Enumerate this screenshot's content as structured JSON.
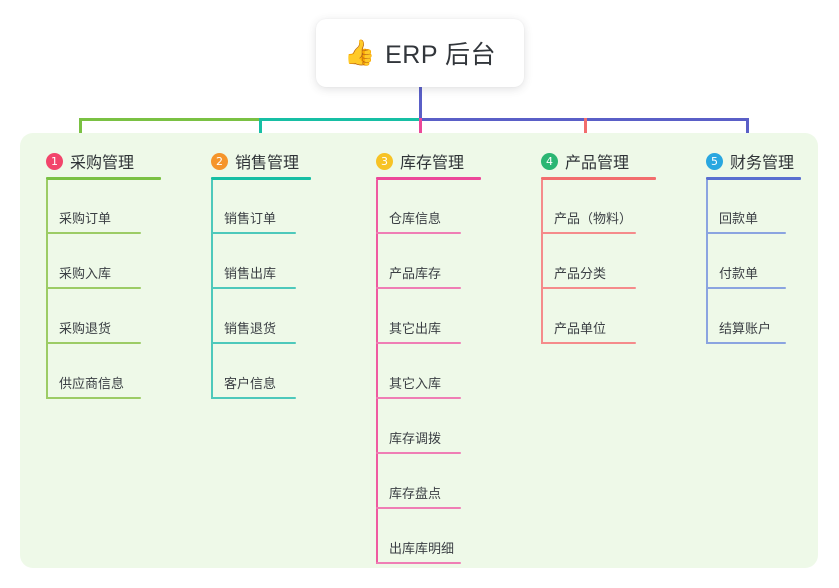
{
  "root": {
    "icon": "thumbs-up-icon",
    "icon_glyph": "👍",
    "title": "ERP 后台"
  },
  "canvas": {
    "panel_color": "#eef9e8",
    "page_background": "#ffffff"
  },
  "connectors": {
    "trunk_color": "#5a5fc7",
    "bus_left_color": "#7ac143",
    "bus_mid_color": "#17bfa4",
    "bus_right_color": "#5a5fc7",
    "drops": [
      "#7ac143",
      "#17bfa4",
      "#ec4899",
      "#f26d6d",
      "#5a5fc7"
    ]
  },
  "columns": [
    {
      "index": "1",
      "title": "采购管理",
      "badge_color": "#f2456b",
      "rule_color": "#7ac143",
      "leaf_color": "#9ccc65",
      "spine_color": "#9ccc65",
      "items": [
        {
          "label": "采购订单"
        },
        {
          "label": "采购入库"
        },
        {
          "label": "采购退货"
        },
        {
          "label": "供应商信息"
        }
      ]
    },
    {
      "index": "2",
      "title": "销售管理",
      "badge_color": "#f5952b",
      "rule_color": "#17bfa4",
      "leaf_color": "#4dc9bb",
      "spine_color": "#4dc9bb",
      "items": [
        {
          "label": "销售订单"
        },
        {
          "label": "销售出库"
        },
        {
          "label": "销售退货"
        },
        {
          "label": "客户信息"
        }
      ]
    },
    {
      "index": "3",
      "title": "库存管理",
      "badge_color": "#f7c325",
      "rule_color": "#ec4899",
      "leaf_color": "#ef7eb5",
      "spine_color": "#ef5aa0",
      "items": [
        {
          "label": "仓库信息"
        },
        {
          "label": "产品库存"
        },
        {
          "label": "其它出库"
        },
        {
          "label": "其它入库"
        },
        {
          "label": "库存调拨"
        },
        {
          "label": "库存盘点"
        },
        {
          "label": "出库库明细"
        }
      ]
    },
    {
      "index": "4",
      "title": "产品管理",
      "badge_color": "#2bb673",
      "rule_color": "#f26d6d",
      "leaf_color": "#f58b8b",
      "spine_color": "#f58b8b",
      "items": [
        {
          "label": "产品（物料）"
        },
        {
          "label": "产品分类"
        },
        {
          "label": "产品单位"
        }
      ]
    },
    {
      "index": "5",
      "title": "财务管理",
      "badge_color": "#29a7e0",
      "rule_color": "#5a6fd0",
      "leaf_color": "#8ba4e0",
      "spine_color": "#8ba4e0",
      "items": [
        {
          "label": "回款单"
        },
        {
          "label": "付款单"
        },
        {
          "label": "结算账户"
        }
      ]
    }
  ]
}
